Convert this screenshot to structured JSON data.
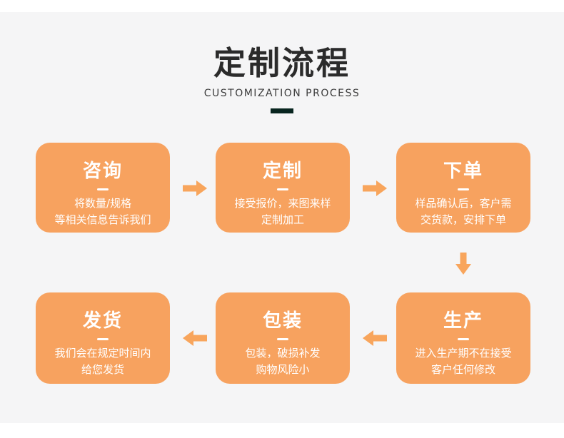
{
  "header": {
    "title": "定制流程",
    "subtitle": "CUSTOMIZATION PROCESS"
  },
  "colors": {
    "background_band": "#f5f5f6",
    "page_margin": "#ffffff",
    "title_text": "#2b2b2b",
    "accent_bar": "#08251f",
    "step_box": "#f7a25f",
    "arrow": "#f8a55c",
    "step_text": "#ffffff"
  },
  "steps": [
    {
      "title": "咨询",
      "desc": "将数量/规格\n等相关信息告诉我们"
    },
    {
      "title": "定制",
      "desc": "接受报价，来图来样\n定制加工"
    },
    {
      "title": "下单",
      "desc": "样品确认后，客户需\n交货款，安排下单"
    },
    {
      "title": "生产",
      "desc": "进入生产期不在接受\n客户任何修改"
    },
    {
      "title": "包装",
      "desc": "包装，破损补发\n购物风险小"
    },
    {
      "title": "发货",
      "desc": "我们会在规定时间内\n给您发货"
    }
  ],
  "icons": {
    "flow_arrows": [
      "arrow-right",
      "arrow-right",
      "arrow-down",
      "arrow-left",
      "arrow-left"
    ]
  }
}
